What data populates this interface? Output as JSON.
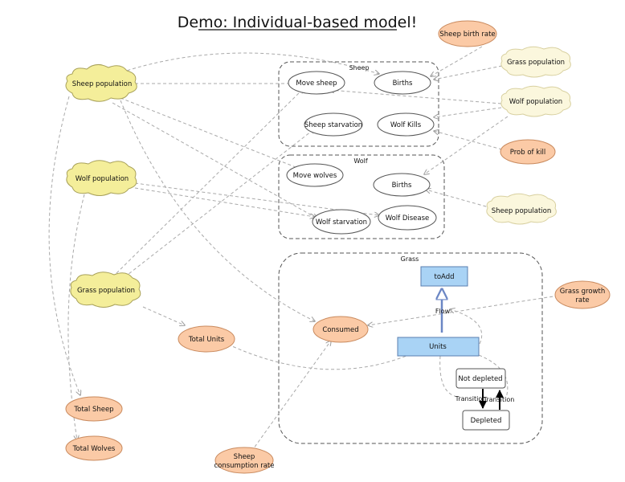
{
  "title": "Demo: Individual-based model!",
  "groups": {
    "sheep": "Sheep",
    "wolf": "Wolf",
    "grass": "Grass"
  },
  "nodes": {
    "sheep_population": "Sheep population",
    "wolf_population": "Wolf population",
    "grass_population": "Grass population",
    "sheep_birth_rate": "Sheep birth rate",
    "grass_population_right": "Grass population",
    "wolf_population_right": "Wolf population",
    "prob_of_kill": "Prob of kill",
    "sheep_population_right": "Sheep population",
    "move_sheep": "Move sheep",
    "births_sheep": "Births",
    "sheep_starvation": "Sheep starvation",
    "wolf_kills": "Wolf Kills",
    "move_wolves": "Move wolves",
    "births_wolf": "Births",
    "wolf_starvation": "Wolf starvation",
    "wolf_disease": "Wolf Disease",
    "to_add": "toAdd",
    "units": "Units",
    "consumed": "Consumed",
    "total_units": "Total Units",
    "grass_growth_rate_1": "Grass growth",
    "grass_growth_rate_2": "rate",
    "total_sheep": "Total Sheep",
    "total_wolves": "Total Wolves",
    "sheep_consumption_rate_1": "Sheep",
    "sheep_consumption_rate_2": "consumption rate",
    "not_depleted": "Not depleted",
    "depleted": "Depleted",
    "flow_label": "Flow",
    "transition_1": "Transition",
    "transition_2": "Transition"
  },
  "colors": {
    "yellow_fill": "#f4ee9a",
    "cream_fill": "#fbf7dd",
    "orange_fill": "#fbcaa6",
    "blue_fill": "#a9d3f5",
    "blue_edge": "#6b86c4",
    "dashed_line": "#a9a9a9"
  }
}
